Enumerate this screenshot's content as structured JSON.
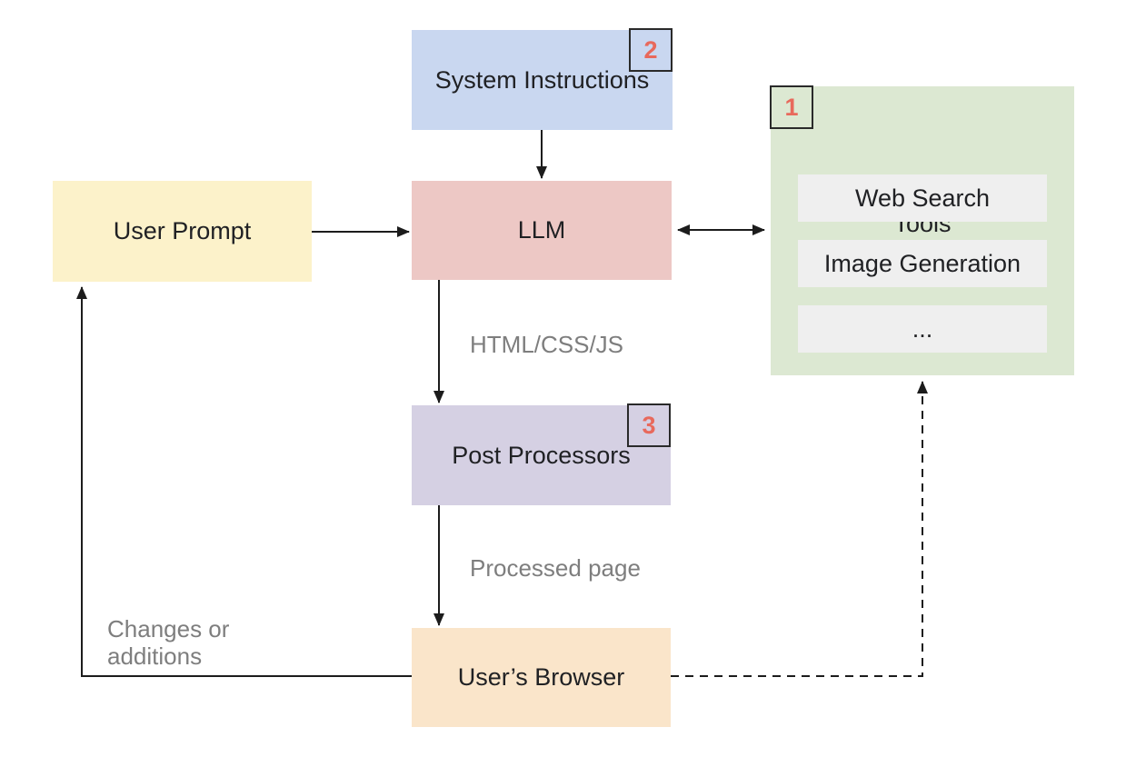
{
  "diagram": {
    "nodes": {
      "system_instructions": {
        "label": "System Instructions",
        "badge": "2",
        "color": "#c9d7f0"
      },
      "llm": {
        "label": "LLM",
        "color": "#edc8c5"
      },
      "user_prompt": {
        "label": "User Prompt",
        "color": "#fcf2ca"
      },
      "tools": {
        "label": "Tools",
        "badge": "1",
        "color": "#dce8d2",
        "item_color": "#efefef",
        "items": [
          "Web Search",
          "Image Generation",
          "..."
        ]
      },
      "post_processors": {
        "label": "Post Processors",
        "badge": "3",
        "color": "#d5d0e3"
      },
      "users_browser": {
        "label": "User’s Browser",
        "color": "#fae5ca"
      }
    },
    "edge_labels": {
      "html_css_js": "HTML/CSS/JS",
      "processed_page": "Processed page",
      "changes_or_additions": "Changes or\nadditions"
    },
    "badge_number_color": "#e8695c",
    "line_color": "#1c1c1c",
    "edge_label_color": "#7e7e7e"
  }
}
